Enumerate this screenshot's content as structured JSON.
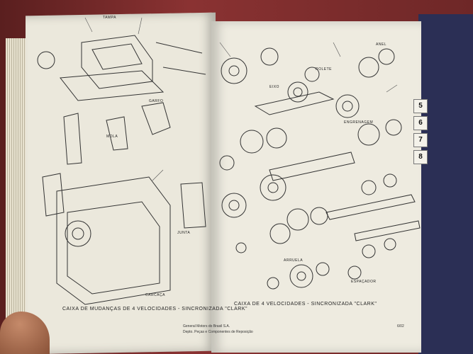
{
  "left_caption": "CAIXA DE MUDANÇAS DE 4 VELOCIDADES - SINCRONIZADA \"CLARK\"",
  "right_caption": "CAIXA DE 4 VELOCIDADES - SINCRONIZADA \"CLARK\"",
  "footer_line1": "General Motors do Brasil S.A.",
  "footer_line2": "Depto. Peças e Componentes de Reposição",
  "page_number": "6/02",
  "tabs": [
    "5",
    "6",
    "7",
    "8"
  ],
  "part_labels": [
    "CARCAÇA",
    "JUNTA",
    "TAMPA",
    "EIXO",
    "ARRUELA",
    "ROLETE",
    "ENGRENAGEM",
    "ANEL",
    "MOLA",
    "GARFO",
    "ESPAÇADOR"
  ]
}
